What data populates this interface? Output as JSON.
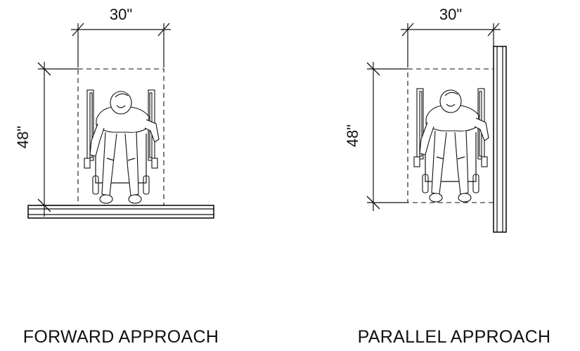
{
  "diagrams": [
    {
      "id": "forward",
      "width_label": "30\"",
      "depth_label": "48\"",
      "caption": "FORWARD APPROACH"
    },
    {
      "id": "parallel",
      "width_label": "30\"",
      "depth_label": "48\"",
      "caption": "PARALLEL APPROACH"
    }
  ],
  "icons": {
    "wheelchair_user": "wheelchair-user-icon",
    "wall": "wall-icon"
  }
}
